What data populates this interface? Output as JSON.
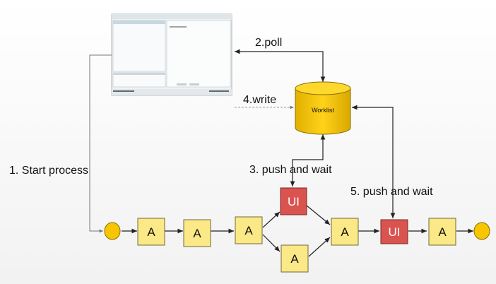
{
  "labels": {
    "start": "1. Start process",
    "poll": "2.poll",
    "push_wait_3": "3. push and wait",
    "write": "4.write",
    "push_wait_5": "5. push and wait"
  },
  "worklist": {
    "label": "Worklist",
    "fill": "#f5c800",
    "stroke": "#8a7000"
  },
  "activity_label": "A",
  "ui_label": "UI",
  "colors": {
    "activity_fill": "#fbe886",
    "activity_stroke": "#6f6a3a",
    "ui_fill": "#d9534f",
    "ui_stroke": "#7a2a28",
    "event_fill": "#f7c600",
    "line": "#222222",
    "thin_line": "#777777"
  }
}
